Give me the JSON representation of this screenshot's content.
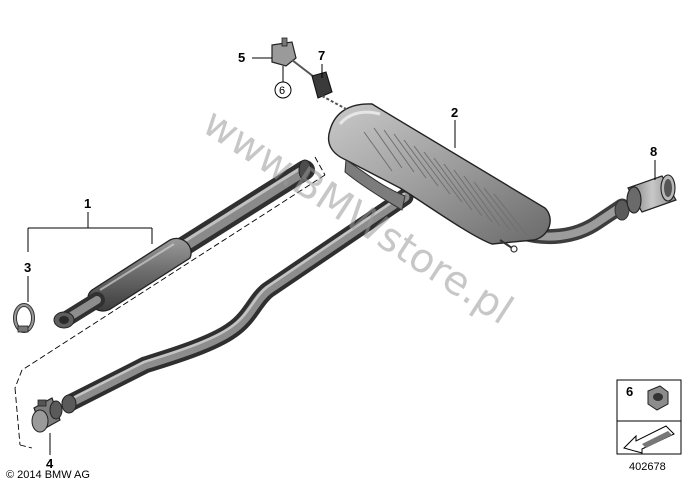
{
  "watermark": "www.BMWstore.pl",
  "copyright": "© 2014 BMW AG",
  "diagram_number": "402678",
  "callouts": {
    "c1": "1",
    "c2": "2",
    "c3": "3",
    "c4": "4",
    "c5": "5",
    "c6": "6",
    "c7": "7",
    "c8": "8"
  },
  "legend": {
    "item_number": "6"
  }
}
